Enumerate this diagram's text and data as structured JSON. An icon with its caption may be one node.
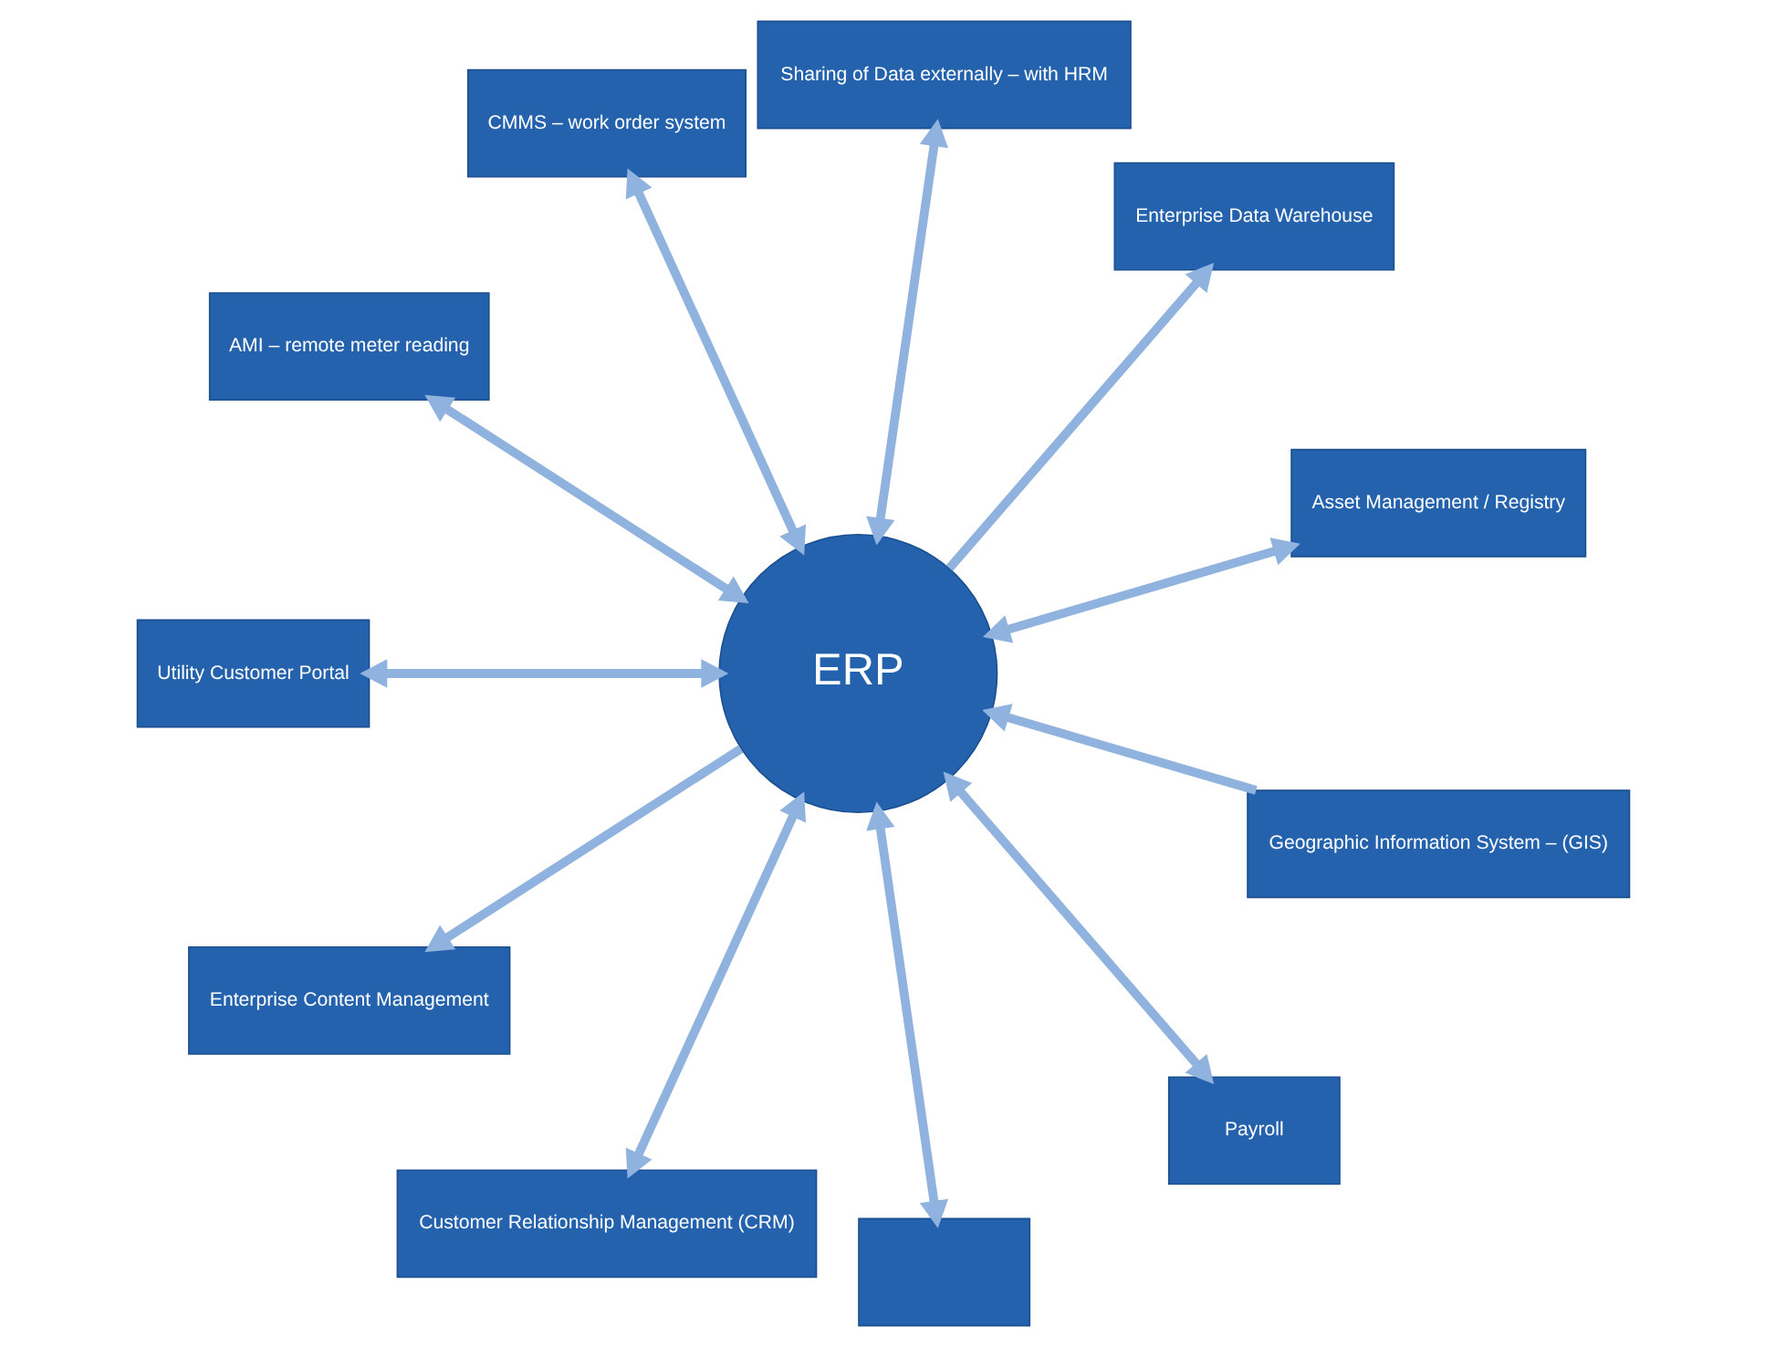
{
  "diagram": {
    "nodes": [
      {
        "text": [
          "Asset Management / Registry"
        ]
      },
      {
        "text": [
          "Enterprise Data Warehouse"
        ]
      },
      {
        "text": [
          "Sharing of Data externally – with HRM"
        ]
      },
      {
        "text": [
          "CMMS – work order system"
        ]
      },
      {
        "text": [
          "AMI – remote meter reading"
        ]
      },
      {
        "text": [
          "Geographic Information System – (GIS)"
        ]
      },
      {
        "text": [
          "ERP"
        ]
      },
      {
        "text": [
          "Utility Customer Portal"
        ]
      },
      {
        "text": [
          "Enterprise Content Management"
        ]
      },
      {
        "text": [
          "Customer Relationship Management (CRM)"
        ]
      },
      {
        "text": [],
        "shape": "box"
      },
      {
        "text": [
          "Payroll"
        ]
      }
    ],
    "edges": [
      {
        "from": 6,
        "to": 0,
        "arrow": "both"
      },
      {
        "from": 6,
        "to": 1,
        "arrow": "to"
      },
      {
        "from": 6,
        "to": 2,
        "arrow": "both"
      },
      {
        "from": 6,
        "to": 3,
        "arrow": "both"
      },
      {
        "from": 6,
        "to": 4,
        "arrow": "both"
      },
      {
        "from": 5,
        "to": 6,
        "arrow": "to"
      },
      {
        "from": 6,
        "to": 7,
        "arrow": "both"
      },
      {
        "from": 6,
        "to": 8,
        "arrow": "to"
      },
      {
        "from": 6,
        "to": 9,
        "arrow": "both"
      },
      {
        "from": 6,
        "to": 10,
        "arrow": "both"
      },
      {
        "from": 6,
        "to": 11,
        "arrow": "both"
      }
    ]
  }
}
